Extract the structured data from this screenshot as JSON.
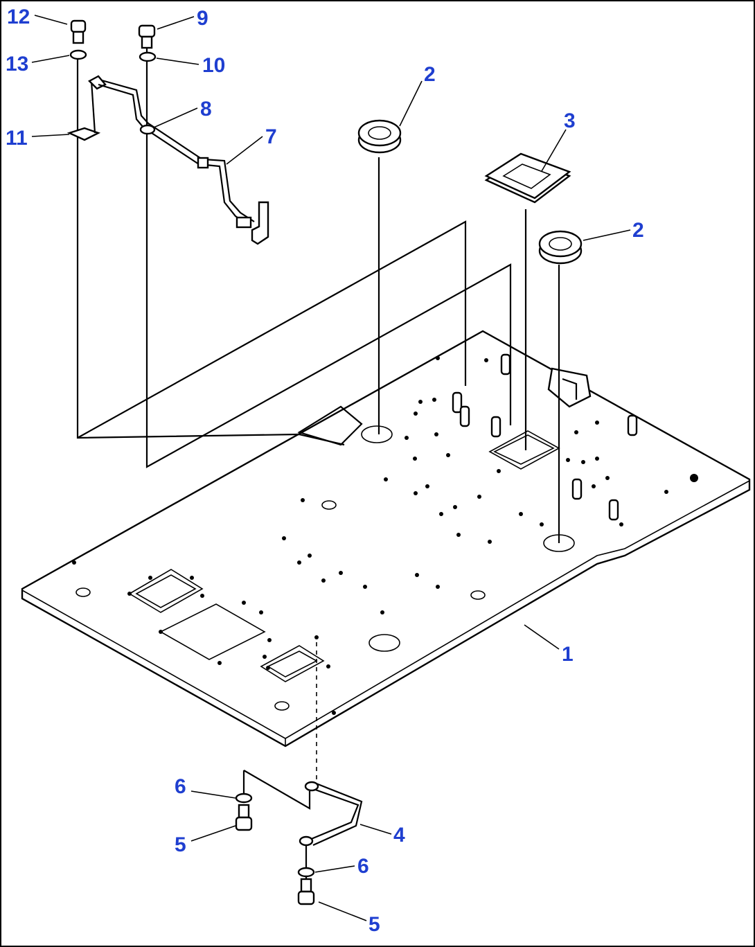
{
  "callouts": {
    "c1": "1",
    "c2a": "2",
    "c2b": "2",
    "c3": "3",
    "c4": "4",
    "c5a": "5",
    "c5b": "5",
    "c6a": "6",
    "c6b": "6",
    "c7": "7",
    "c8": "8",
    "c9": "9",
    "c10": "10",
    "c11": "11",
    "c12": "12",
    "c13": "13"
  },
  "colors": {
    "callout": "#1f3fd0",
    "line": "#000000",
    "background": "#ffffff"
  }
}
